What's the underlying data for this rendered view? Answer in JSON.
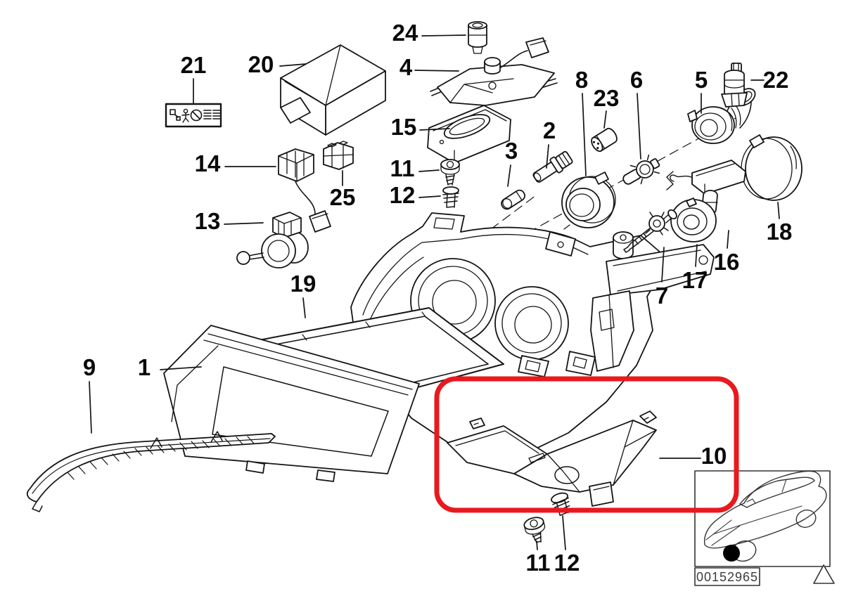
{
  "diagram": {
    "highlighted_callout": "10",
    "highlight_color": "#e8191f",
    "line_color": "#141414",
    "callouts": [
      {
        "label": "21"
      },
      {
        "label": "20"
      },
      {
        "label": "24"
      },
      {
        "label": "4"
      },
      {
        "label": "15"
      },
      {
        "label": "11"
      },
      {
        "label": "12"
      },
      {
        "label": "25"
      },
      {
        "label": "14"
      },
      {
        "label": "13"
      },
      {
        "label": "8"
      },
      {
        "label": "23"
      },
      {
        "label": "6"
      },
      {
        "label": "5"
      },
      {
        "label": "22"
      },
      {
        "label": "2"
      },
      {
        "label": "3"
      },
      {
        "label": "18"
      },
      {
        "label": "16"
      },
      {
        "label": "17"
      },
      {
        "label": "7"
      },
      {
        "label": "19"
      },
      {
        "label": "1"
      },
      {
        "label": "9"
      },
      {
        "label": "10"
      },
      {
        "label": "11"
      },
      {
        "label": "12"
      }
    ],
    "icons": {
      "warning_triangle": "outline-triangle",
      "headlight_location_dot": "filled-circle",
      "info_sticker": "pictogram-label"
    }
  },
  "inset": {
    "part_code": "00152965"
  }
}
